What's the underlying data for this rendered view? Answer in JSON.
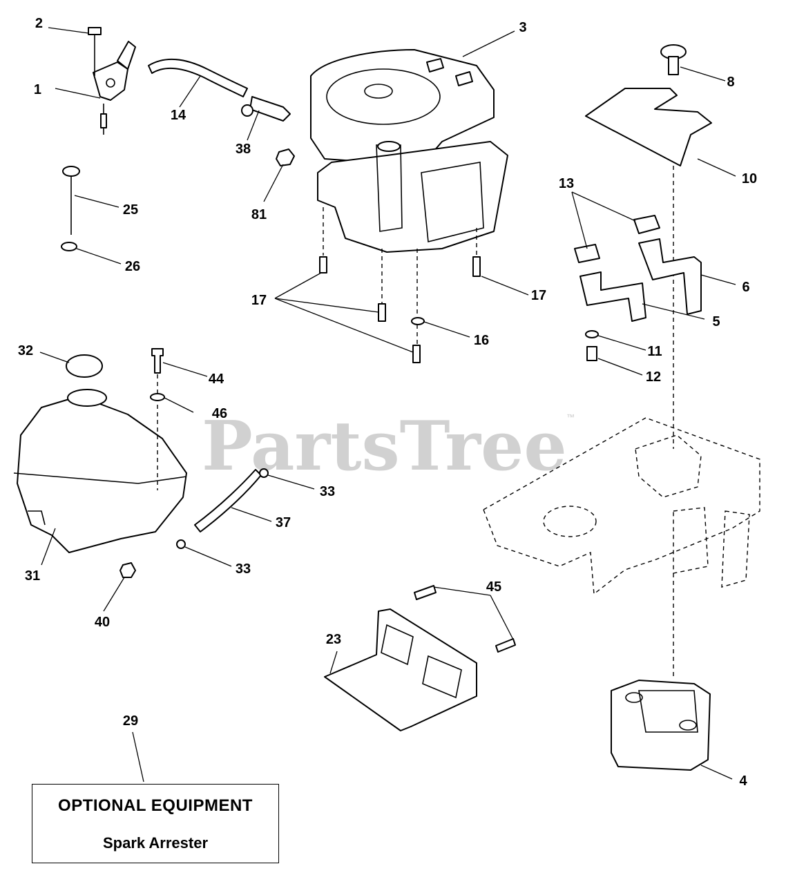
{
  "watermark": {
    "text": "PartsTree",
    "trademark": "™"
  },
  "optional_equipment": {
    "title": "OPTIONAL EQUIPMENT",
    "subtitle": "Spark Arrester"
  },
  "callouts": [
    {
      "id": "c1",
      "label": "1"
    },
    {
      "id": "c2",
      "label": "2"
    },
    {
      "id": "c3",
      "label": "3"
    },
    {
      "id": "c4",
      "label": "4"
    },
    {
      "id": "c5",
      "label": "5"
    },
    {
      "id": "c6",
      "label": "6"
    },
    {
      "id": "c8",
      "label": "8"
    },
    {
      "id": "c10",
      "label": "10"
    },
    {
      "id": "c11",
      "label": "11"
    },
    {
      "id": "c12",
      "label": "12"
    },
    {
      "id": "c13",
      "label": "13"
    },
    {
      "id": "c14",
      "label": "14"
    },
    {
      "id": "c16",
      "label": "16"
    },
    {
      "id": "c17a",
      "label": "17"
    },
    {
      "id": "c17b",
      "label": "17"
    },
    {
      "id": "c23",
      "label": "23"
    },
    {
      "id": "c25",
      "label": "25"
    },
    {
      "id": "c26",
      "label": "26"
    },
    {
      "id": "c29",
      "label": "29"
    },
    {
      "id": "c31",
      "label": "31"
    },
    {
      "id": "c32",
      "label": "32"
    },
    {
      "id": "c33a",
      "label": "33"
    },
    {
      "id": "c33b",
      "label": "33"
    },
    {
      "id": "c37",
      "label": "37"
    },
    {
      "id": "c38",
      "label": "38"
    },
    {
      "id": "c40",
      "label": "40"
    },
    {
      "id": "c44",
      "label": "44"
    },
    {
      "id": "c45",
      "label": "45"
    },
    {
      "id": "c46",
      "label": "46"
    },
    {
      "id": "c81",
      "label": "81"
    }
  ]
}
